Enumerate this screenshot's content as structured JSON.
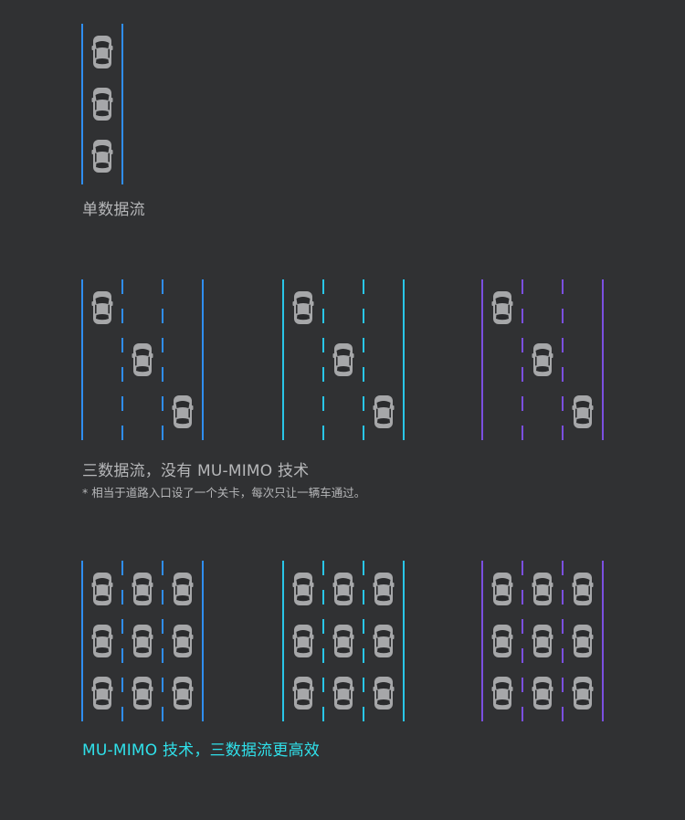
{
  "captions": {
    "single": "单数据流",
    "three_no_mimo": "三数据流，没有 MU-MIMO 技术",
    "note": "* 相当于道路入口设了一个关卡，每次只让一辆车通过。",
    "mimo": "MU-MIMO 技术，三数据流更高效"
  },
  "colors": {
    "background": "#303133",
    "blue": "#2f8ef0",
    "cyan": "#29c6e8",
    "purple": "#7b4fe0",
    "car": "#a6a7a9",
    "highlight": "#2fe0ea"
  },
  "scenes": [
    {
      "name": "single-stream",
      "lanes": 1,
      "color": "blue",
      "cars": [
        [
          0,
          0
        ],
        [
          0,
          1
        ],
        [
          0,
          2
        ]
      ]
    },
    {
      "name": "three-stream-blue",
      "lanes": 3,
      "color": "blue",
      "cars": [
        [
          0,
          0
        ],
        [
          1,
          1
        ],
        [
          2,
          2
        ]
      ]
    },
    {
      "name": "three-stream-cyan",
      "lanes": 3,
      "color": "cyan",
      "cars": [
        [
          0,
          0
        ],
        [
          1,
          1
        ],
        [
          2,
          2
        ]
      ]
    },
    {
      "name": "three-stream-purple",
      "lanes": 3,
      "color": "purple",
      "cars": [
        [
          0,
          0
        ],
        [
          1,
          1
        ],
        [
          2,
          2
        ]
      ]
    },
    {
      "name": "mimo-blue",
      "lanes": 3,
      "color": "blue",
      "cars": [
        [
          0,
          0
        ],
        [
          1,
          0
        ],
        [
          2,
          0
        ],
        [
          0,
          1
        ],
        [
          1,
          1
        ],
        [
          2,
          1
        ],
        [
          0,
          2
        ],
        [
          1,
          2
        ],
        [
          2,
          2
        ]
      ]
    },
    {
      "name": "mimo-cyan",
      "lanes": 3,
      "color": "cyan",
      "cars": [
        [
          0,
          0
        ],
        [
          1,
          0
        ],
        [
          2,
          0
        ],
        [
          0,
          1
        ],
        [
          1,
          1
        ],
        [
          2,
          1
        ],
        [
          0,
          2
        ],
        [
          1,
          2
        ],
        [
          2,
          2
        ]
      ]
    },
    {
      "name": "mimo-purple",
      "lanes": 3,
      "color": "purple",
      "cars": [
        [
          0,
          0
        ],
        [
          1,
          0
        ],
        [
          2,
          0
        ],
        [
          0,
          1
        ],
        [
          1,
          1
        ],
        [
          2,
          1
        ],
        [
          0,
          2
        ],
        [
          1,
          2
        ],
        [
          2,
          2
        ]
      ]
    }
  ]
}
